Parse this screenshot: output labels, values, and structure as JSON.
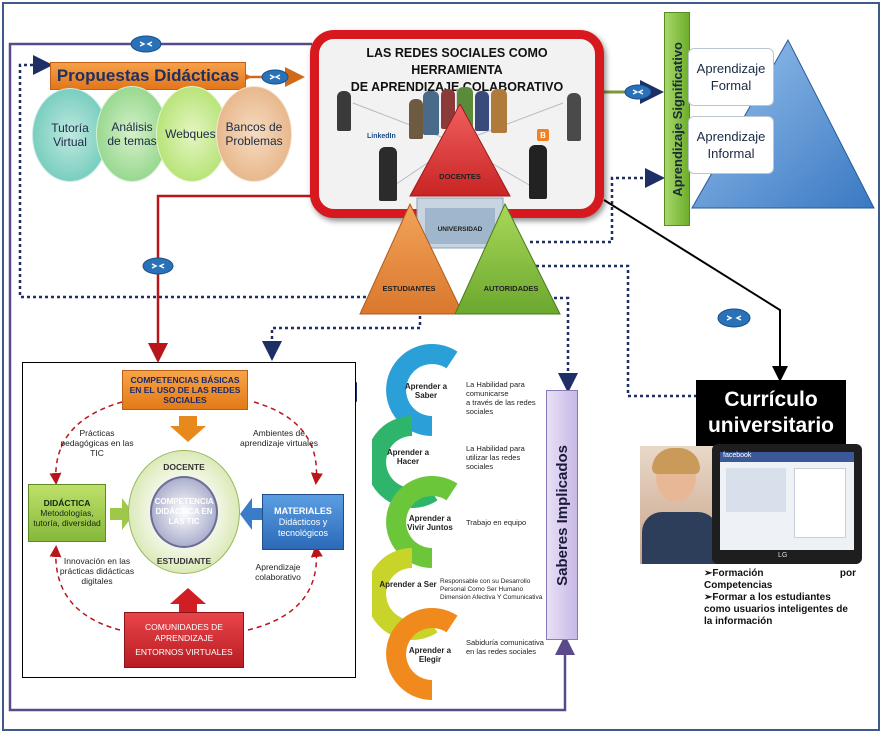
{
  "propuestas": {
    "title": "Propuestas Didácticas",
    "items": [
      "Tutoría Virtual",
      "Análisis de temas",
      "Webquest",
      "Bancos de Problemas"
    ]
  },
  "main": {
    "title_line1": "LAS REDES SOCIALES COMO HERRAMIENTA",
    "title_line2": "DE APRENDIZAJE COLABORATIVO",
    "logos": [
      "LinkedIn",
      "B"
    ],
    "triangles": {
      "docentes": "DOCENTES",
      "universidad": "UNIVERSIDAD",
      "estudiantes": "ESTUDIANTES",
      "autoridades": "AUTORIDADES"
    }
  },
  "significativo": {
    "label": "Aprendizaje Significativo",
    "formal": "Aprendizaje Formal",
    "informal": "Aprendizaje Informal"
  },
  "curriculo": {
    "title_line1": "Currículo",
    "title_line2": "universitario",
    "bullet1_a": "Formación",
    "bullet1_b": "por",
    "bullet1_c": "Competencias",
    "bullet2": "Formar a los estudiantes como usuarios inteligentes de la información"
  },
  "competencias": {
    "top": "COMPETENCIAS BÁSICAS EN EL USO DE LAS REDES SOCIALES",
    "left_title": "DIDÁCTICA",
    "left_sub": "Metodologías, tutoría, diversidad",
    "right_title": "MATERIALES",
    "right_sub": "Didácticos y tecnológicos",
    "bottom_line1": "COMUNIDADES DE APRENDIZAJE",
    "bottom_line2": "ENTORNOS VIRTUALES",
    "center_top": "DOCENTE",
    "center_mid": "COMPETENCIA DIDÁCTICA EN LAS TIC",
    "center_bottom": "ESTUDIANTE",
    "note_tl": "Prácticas pedagógicas en las TIC",
    "note_tr": "Ambientes de aprendizaje virtuales",
    "note_bl": "Innovación en las prácticas didácticas digitales",
    "note_br": "Aprendizaje colaborativo"
  },
  "saberes": {
    "title": "Saberes Implicados",
    "items": [
      {
        "label": "Aprender a Saber",
        "desc1": "La Habilidad para comunicarse",
        "desc2": "a través de las redes sociales",
        "color": "#2a9fd8"
      },
      {
        "label": "Aprender a Hacer",
        "desc1": "La Habilidad para utilizar las redes sociales",
        "desc2": "",
        "color": "#2fb56b"
      },
      {
        "label": "Aprender a Vivir Juntos",
        "desc1": "Trabajo en equipo",
        "desc2": "",
        "color": "#6cc63a"
      },
      {
        "label": "Aprender a Ser",
        "desc1": "Responsable con su Desarrollo Personal Como Ser Humano",
        "desc2": "Dimensión Afectiva Y Comunicativa",
        "color": "#c9d42a"
      },
      {
        "label": "Aprender a Elegir",
        "desc1": "Sabiduría comunicativa",
        "desc2": "en las redes sociales",
        "color": "#f08a1c"
      }
    ]
  },
  "screen": {
    "site": "facebook",
    "brand": "LG"
  }
}
